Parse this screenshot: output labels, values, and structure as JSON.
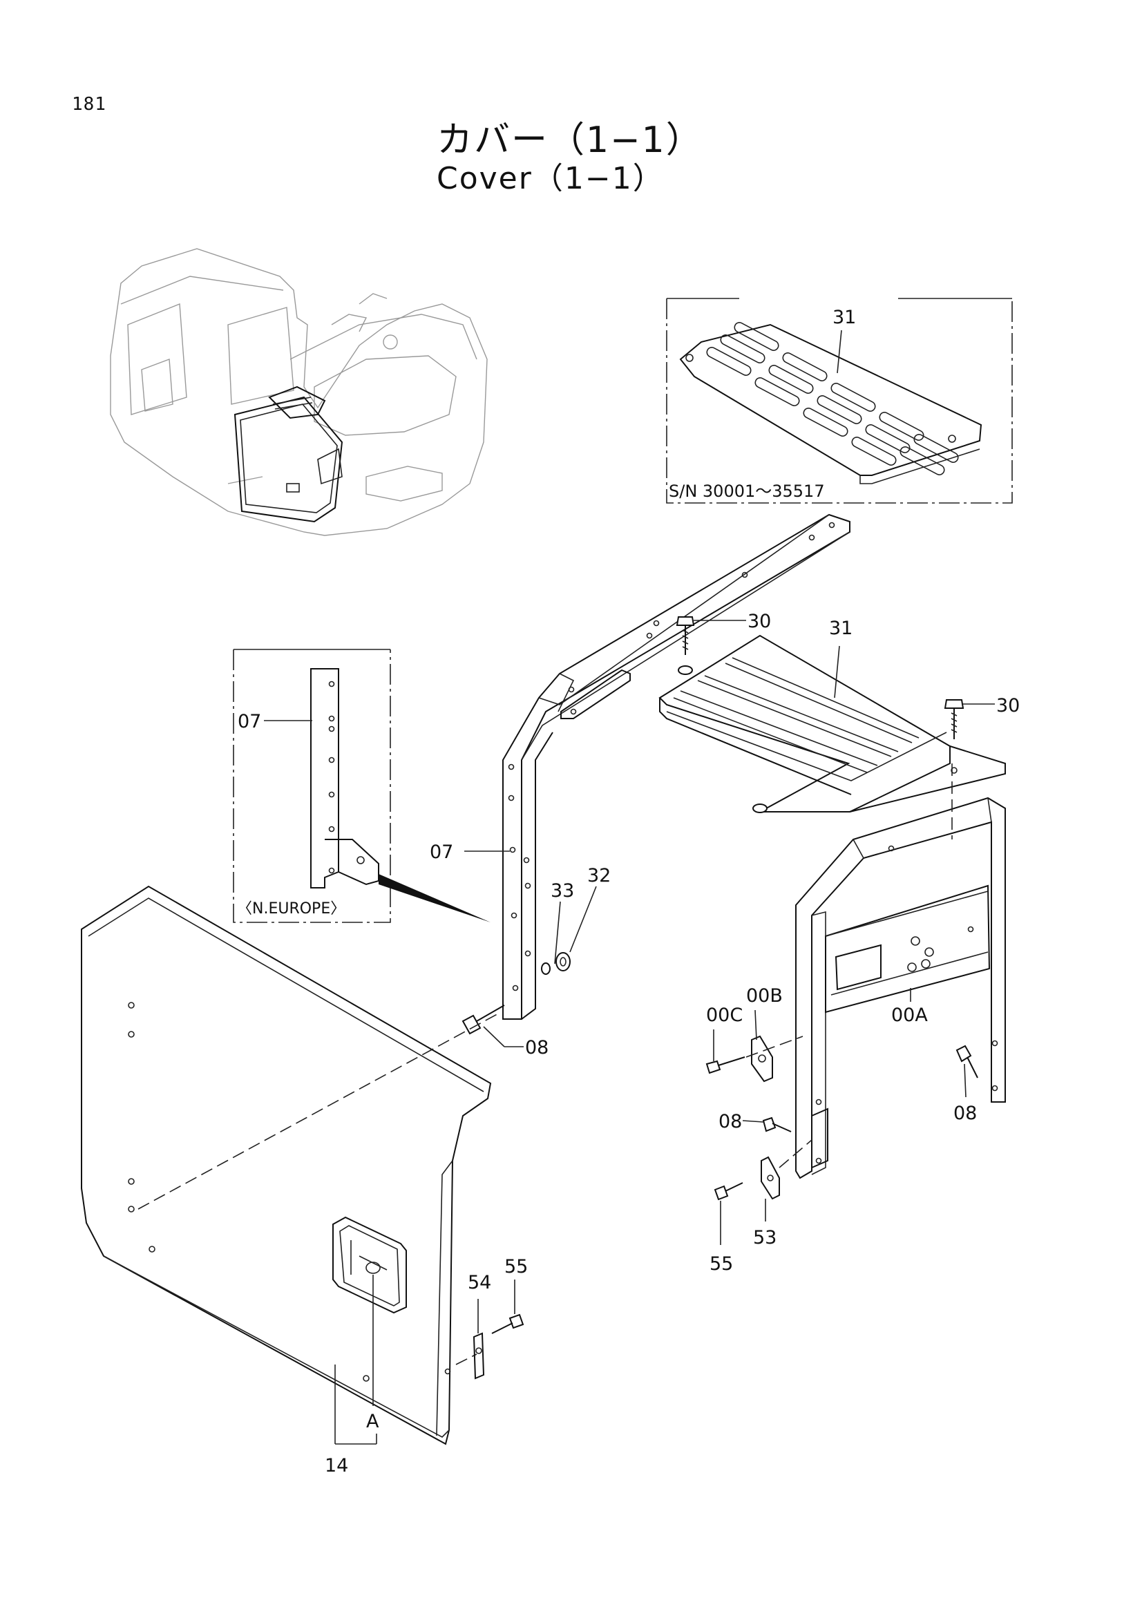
{
  "page": {
    "number": "181",
    "title_jp": "カバー（1−1）",
    "title_en": "Cover（1−1）"
  },
  "insets": {
    "serial_range": "S/N 30001～35517",
    "region": "〈N.EUROPE〉"
  },
  "callouts": {
    "c31_top": "31",
    "c30_a": "30",
    "c31_mid": "31",
    "c30_b": "30",
    "c07_inset": "07",
    "c07_main": "07",
    "c33": "33",
    "c32": "32",
    "c00B": "00B",
    "c00C": "00C",
    "c00A": "00A",
    "c08_a": "08",
    "c08_b": "08",
    "c08_c": "08",
    "c53": "53",
    "c55_a": "55",
    "c54": "54",
    "c55_b": "55",
    "cA": "A",
    "c14": "14"
  }
}
